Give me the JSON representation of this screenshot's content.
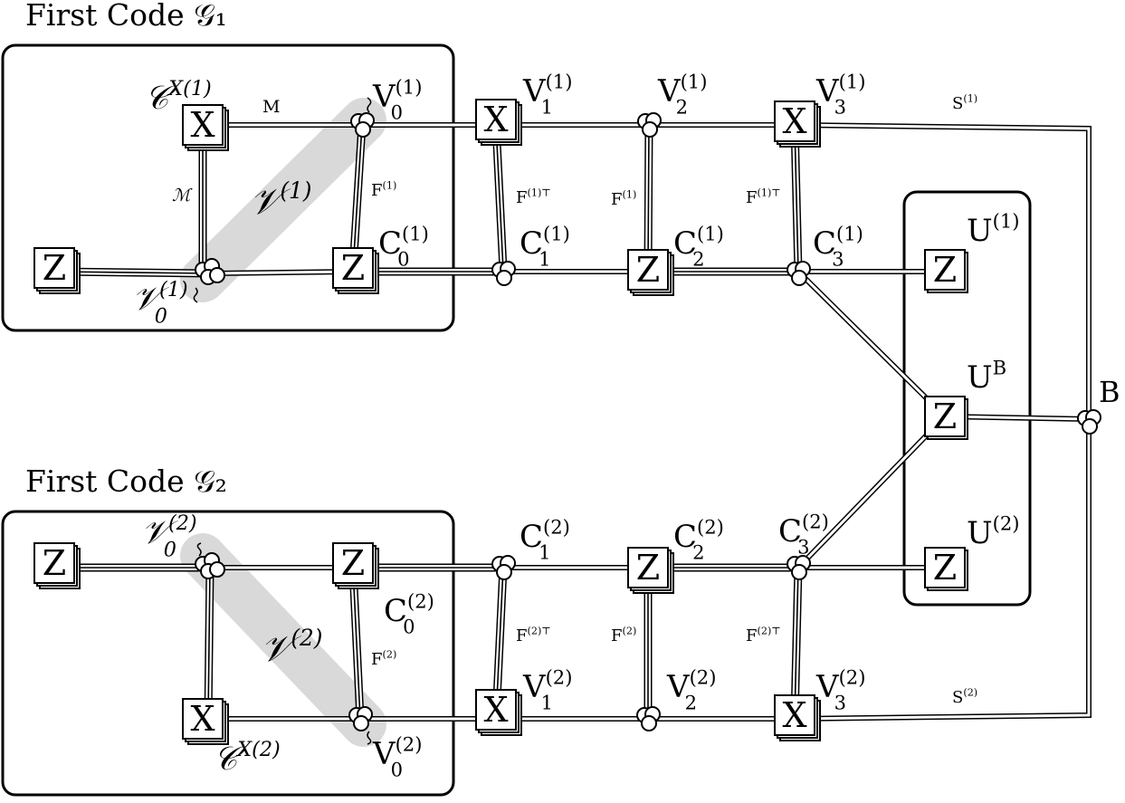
{
  "titles": {
    "code1": "First Code 𝒢₁",
    "code2": "First Code 𝒢₂"
  },
  "tensor_letters": {
    "x": "X",
    "z": "Z"
  },
  "labels": {
    "c_x1": {
      "base": "𝒞",
      "sup": "X(1)"
    },
    "c_x2": {
      "base": "𝒞",
      "sup": "X(2)"
    },
    "v0_1": {
      "base": "V",
      "sub": "0",
      "sup": "(1)"
    },
    "v1_1": {
      "base": "V",
      "sub": "1",
      "sup": "(1)"
    },
    "v2_1": {
      "base": "V",
      "sub": "2",
      "sup": "(1)"
    },
    "v3_1": {
      "base": "V",
      "sub": "3",
      "sup": "(1)"
    },
    "c0_1": {
      "base": "C",
      "sub": "0",
      "sup": "(1)"
    },
    "c1_1": {
      "base": "C",
      "sub": "1",
      "sup": "(1)"
    },
    "c2_1": {
      "base": "C",
      "sub": "2",
      "sup": "(1)"
    },
    "c3_1": {
      "base": "C",
      "sub": "3",
      "sup": "(1)"
    },
    "v0_2": {
      "base": "V",
      "sub": "0",
      "sup": "(2)"
    },
    "v1_2": {
      "base": "V",
      "sub": "1",
      "sup": "(2)"
    },
    "v2_2": {
      "base": "V",
      "sub": "2",
      "sup": "(2)"
    },
    "v3_2": {
      "base": "V",
      "sub": "3",
      "sup": "(2)"
    },
    "c0_2": {
      "base": "C",
      "sub": "0",
      "sup": "(2)"
    },
    "c1_2": {
      "base": "C",
      "sub": "1",
      "sup": "(2)"
    },
    "c2_2": {
      "base": "C",
      "sub": "2",
      "sup": "(2)"
    },
    "c3_2": {
      "base": "C",
      "sub": "3",
      "sup": "(2)"
    },
    "cal_v1": {
      "base": "𝒱",
      "sup": "(1)"
    },
    "cal_v2": {
      "base": "𝒱",
      "sup": "(2)"
    },
    "cal_v0_1": {
      "base": "𝒱",
      "sub": "0",
      "sup": "(1)"
    },
    "cal_v0_2": {
      "base": "𝒱",
      "sub": "0",
      "sup": "(2)"
    },
    "u1": {
      "base": "U",
      "sup": "(1)"
    },
    "u2": {
      "base": "U",
      "sup": "(2)"
    },
    "ub": {
      "base": "U",
      "sup": "B"
    },
    "b": "B",
    "m_top": "M",
    "m_cal": "ℳ",
    "f1": {
      "base": "F",
      "sup": "(1)"
    },
    "f1t": {
      "base": "F",
      "sup": "(1)⊤"
    },
    "f2": {
      "base": "F",
      "sup": "(2)"
    },
    "f2t": {
      "base": "F",
      "sup": "(2)⊤"
    },
    "s1": {
      "base": "S",
      "sup": "(1)"
    },
    "s2": {
      "base": "S",
      "sup": "(2)"
    }
  }
}
